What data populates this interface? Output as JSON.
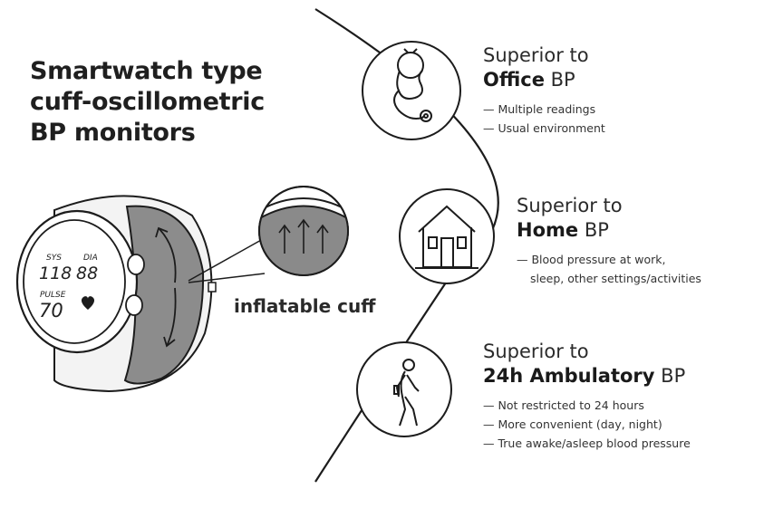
{
  "title": {
    "line1": "Smartwatch type",
    "line2": "cuff-oscillometric",
    "line3": "BP monitors"
  },
  "watch_display": {
    "sys_label": "SYS",
    "sys_value": "118",
    "dia_label": "DIA",
    "dia_value": "88",
    "pulse_label": "PULSE",
    "pulse_value": "70"
  },
  "cuff_label": "inflatable cuff",
  "items": [
    {
      "superior": "Superior to",
      "bold": "Office",
      "suffix": " BP",
      "icon": "stethoscope-icon",
      "bullets": [
        "— Multiple readings",
        "— Usual environment"
      ]
    },
    {
      "superior": "Superior to",
      "bold": "Home",
      "suffix": " BP",
      "icon": "house-icon",
      "bullets": [
        "— Blood pressure at work,",
        "sleep, other settings/activities"
      ]
    },
    {
      "superior": "Superior to",
      "bold": "24h Ambulatory",
      "suffix": " BP",
      "icon": "walking-person-icon",
      "bullets": [
        "— Not restricted to 24 hours",
        "— More convenient (day, night)",
        "— True awake/asleep blood pressure"
      ]
    }
  ],
  "colors": {
    "ink": "#1c1c1c",
    "cuff": "#8a8a8a",
    "band": "#f2f2f2"
  }
}
